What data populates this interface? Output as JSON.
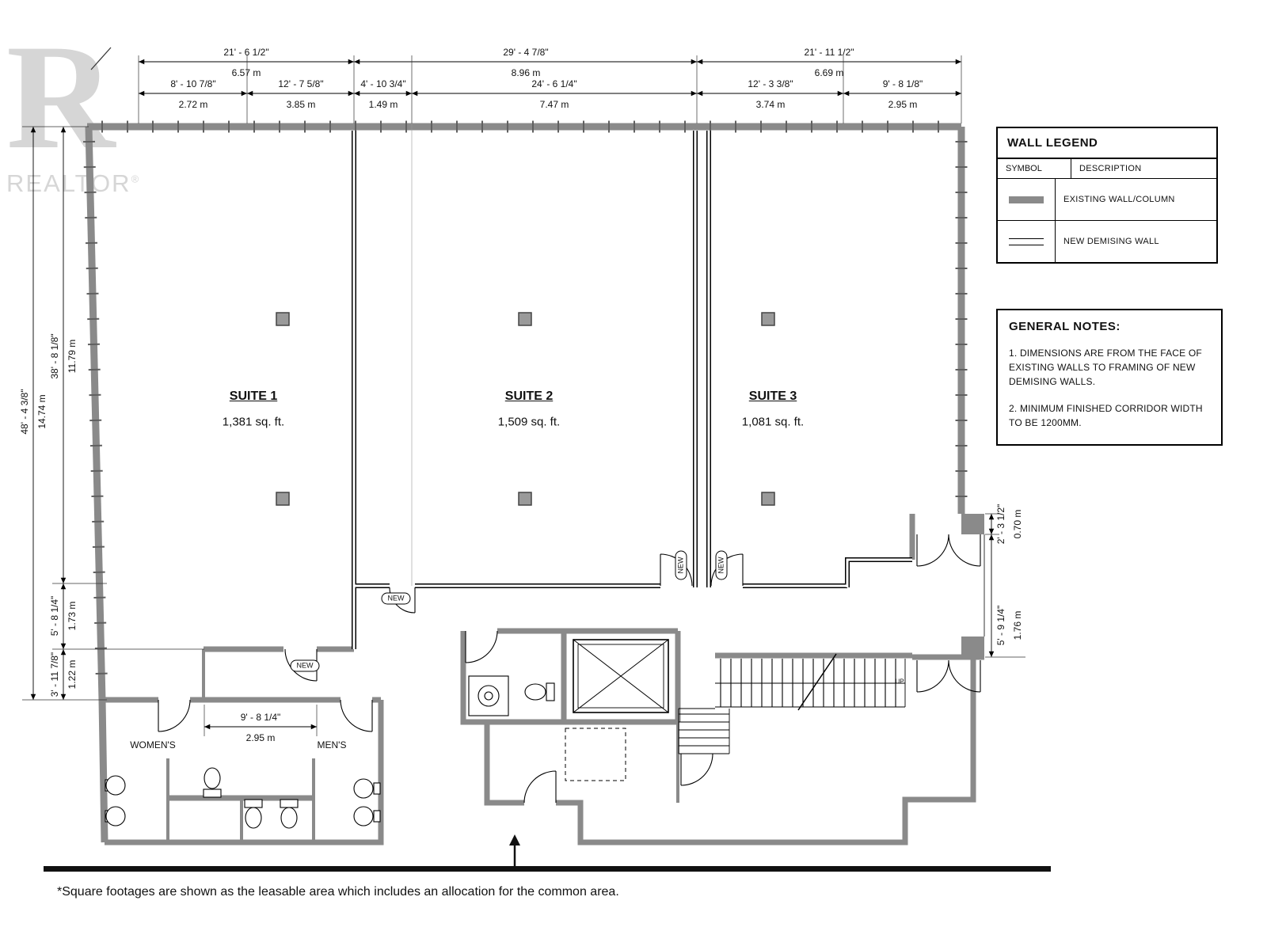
{
  "watermark": {
    "letter": "R",
    "brand": "REALTOR",
    "reg": "®"
  },
  "labels": {
    "new": "NEW",
    "up": "UP",
    "womens": "WOMEN'S",
    "mens": "MEN'S"
  },
  "suites": [
    {
      "name": "SUITE 1",
      "area": "1,381 sq. ft."
    },
    {
      "name": "SUITE 2",
      "area": "1,509 sq. ft."
    },
    {
      "name": "SUITE 3",
      "area": "1,081 sq. ft."
    }
  ],
  "dims": {
    "top1": [
      {
        "ft": "21' - 6 1/2\"",
        "m": "6.57 m"
      },
      {
        "ft": "29' - 4 7/8\"",
        "m": "8.96 m"
      },
      {
        "ft": "21' - 11 1/2\"",
        "m": "6.69 m"
      }
    ],
    "top2": [
      {
        "ft": "8' - 10 7/8\"",
        "m": "2.72 m"
      },
      {
        "ft": "12' - 7 5/8\"",
        "m": "3.85 m"
      },
      {
        "ft": "4' - 10 3/4\"",
        "m": "1.49 m"
      },
      {
        "ft": "24' - 6 1/4\"",
        "m": "7.47 m"
      },
      {
        "ft": "12' - 3 3/8\"",
        "m": "3.74 m"
      },
      {
        "ft": "9' - 8 1/8\"",
        "m": "2.95 m"
      }
    ],
    "left": [
      {
        "ft": "48' - 4 3/8\"",
        "m": "14.74 m"
      },
      {
        "ft": "38' - 8 1/8\"",
        "m": "11.79 m"
      },
      {
        "ft": "5' - 8 1/4\"",
        "m": "1.73 m"
      },
      {
        "ft": "3' - 11 7/8\"",
        "m": "1.22 m"
      }
    ],
    "right": [
      {
        "ft": "2' - 3 1/2\"",
        "m": "0.70 m"
      },
      {
        "ft": "5' - 9 1/4\"",
        "m": "1.76 m"
      }
    ],
    "bath": {
      "ft": "9' - 8 1/4\"",
      "m": "2.95 m"
    }
  },
  "legend": {
    "title": "WALL LEGEND",
    "columns": [
      "SYMBOL",
      "DESCRIPTION"
    ],
    "rows": [
      {
        "symbol": "existing-wall",
        "description": "EXISTING WALL/COLUMN"
      },
      {
        "symbol": "new-demising-wall",
        "description": "NEW DEMISING WALL"
      }
    ]
  },
  "notes": {
    "title": "GENERAL NOTES:",
    "items": [
      "1.  DIMENSIONS ARE FROM THE FACE OF EXISTING WALLS TO FRAMING OF NEW DEMISING WALLS.",
      "2.  MINIMUM FINISHED CORRIDOR WIDTH TO BE 1200MM."
    ]
  },
  "footer": "*Square footages are shown as the leasable area which includes an allocation for the common area.",
  "colors": {
    "existing_wall": "#8a8a8a",
    "new_wall_edge": "#000000",
    "watermark": "#d6d6d6",
    "background": "#ffffff"
  }
}
